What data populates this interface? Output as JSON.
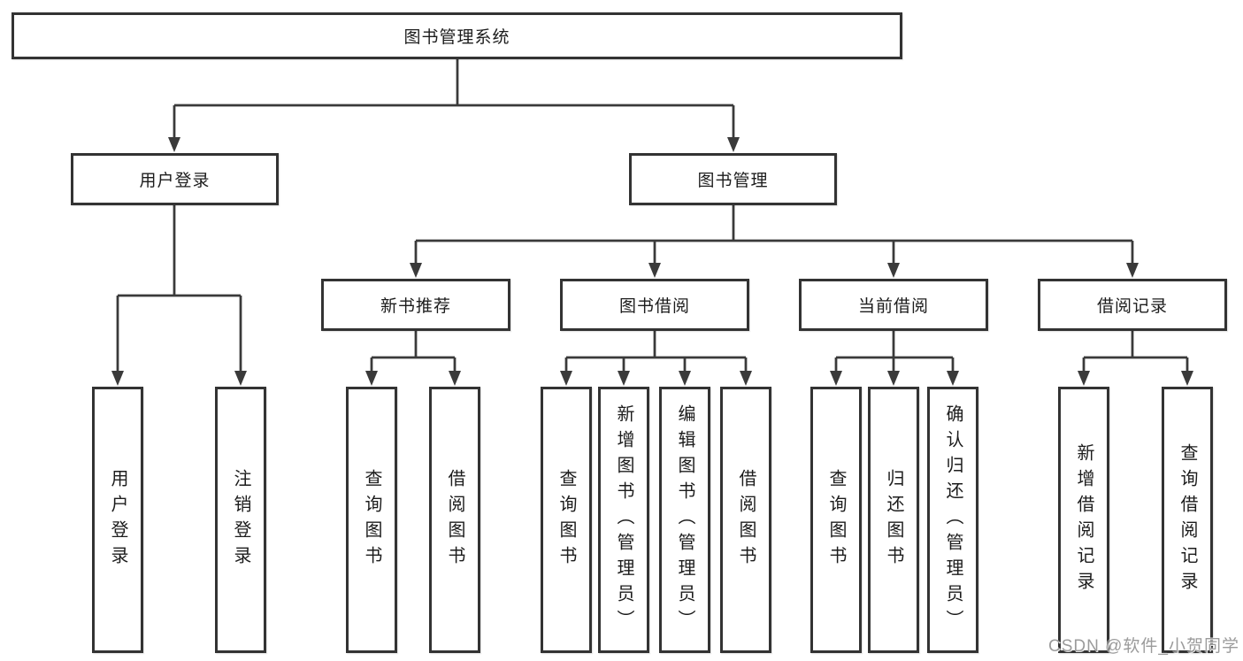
{
  "colors": {
    "line": "#3a3a3a",
    "border": "#333333",
    "text": "#1c1c1c",
    "bg": "#ffffff",
    "watermark": "#9b9b9b"
  },
  "diagram": {
    "root": {
      "label": "图书管理系统"
    },
    "branches": [
      {
        "label": "用户登录",
        "children": [
          {
            "label": "用户登录"
          },
          {
            "label": "注销登录"
          }
        ]
      },
      {
        "label": "图书管理",
        "children": [
          {
            "label": "新书推荐",
            "children": [
              {
                "label": "查询图书"
              },
              {
                "label": "借阅图书"
              }
            ]
          },
          {
            "label": "图书借阅",
            "children": [
              {
                "label": "查询图书"
              },
              {
                "label": "新增图书（管理员）"
              },
              {
                "label": "编辑图书（管理员）"
              },
              {
                "label": "借阅图书"
              }
            ]
          },
          {
            "label": "当前借阅",
            "children": [
              {
                "label": "查询图书"
              },
              {
                "label": "归还图书"
              },
              {
                "label": "确认归还（管理员）"
              }
            ]
          },
          {
            "label": "借阅记录",
            "children": [
              {
                "label": "新增借阅记录"
              },
              {
                "label": "查询借阅记录"
              }
            ]
          }
        ]
      }
    ]
  },
  "watermark": {
    "text": "CSDN @软件_小贺同学"
  }
}
